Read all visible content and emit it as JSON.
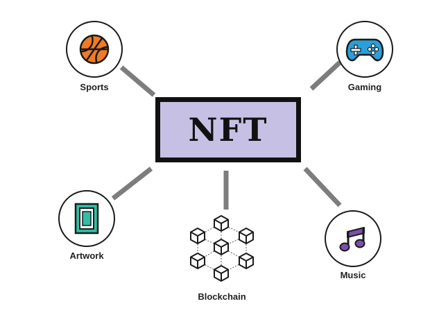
{
  "center": {
    "title": "NFT"
  },
  "nodes": {
    "sports": {
      "label": "Sports"
    },
    "gaming": {
      "label": "Gaming"
    },
    "artwork": {
      "label": "Artwork"
    },
    "blockchain": {
      "label": "Blockchain"
    },
    "music": {
      "label": "Music"
    }
  },
  "colors": {
    "box_fill": "#c6c0e4",
    "box_border": "#111111",
    "connector": "#7d7d7d",
    "basketball": "#f07b24",
    "gamepad": "#2a9fd8",
    "artwork": "#2fbfa5",
    "music": "#7b4fae"
  },
  "icons": {
    "sports": "basketball-icon",
    "gaming": "gamepad-icon",
    "artwork": "framed-picture-icon",
    "blockchain": "cube-network-icon",
    "music": "music-note-icon"
  }
}
